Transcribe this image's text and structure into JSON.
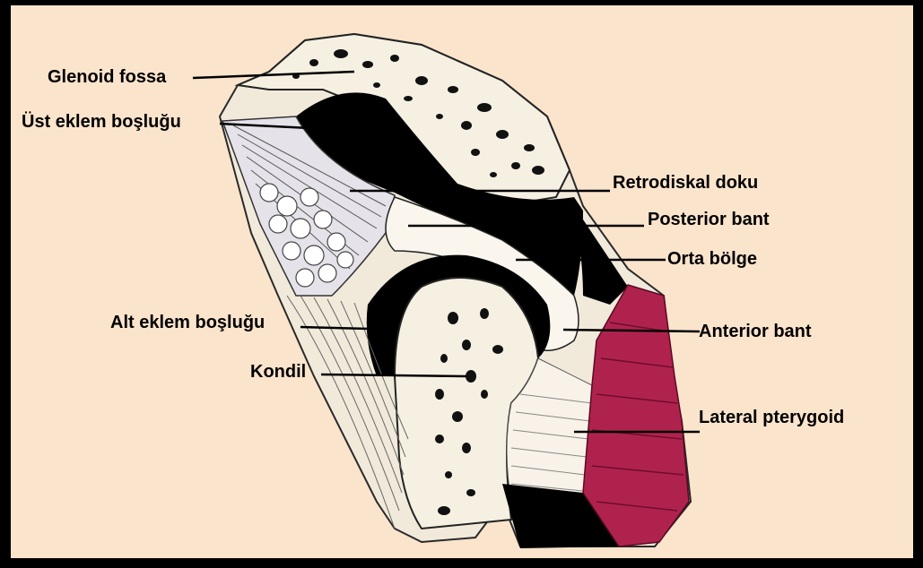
{
  "labels": {
    "glenoid_fossa": "Glenoid fossa",
    "ust_eklem_boslugu": "Üst eklem boşluğu",
    "alt_eklem_boslugu": "Alt eklem boşluğu",
    "kondil": "Kondil",
    "retrodiskal_doku": "Retrodiskal doku",
    "posterior_bant": "Posterior bant",
    "orta_bolge": "Orta bölge",
    "anterior_bant": "Anterior bant",
    "lateral_pterygoid": "Lateral pterygoid"
  },
  "colors": {
    "background": "#FBE4CC",
    "frame": "#000000",
    "bone": "#F4EEE0",
    "joint_space": "#000000",
    "muscle": "#B0224E",
    "tissue": "#EDE6DC"
  }
}
